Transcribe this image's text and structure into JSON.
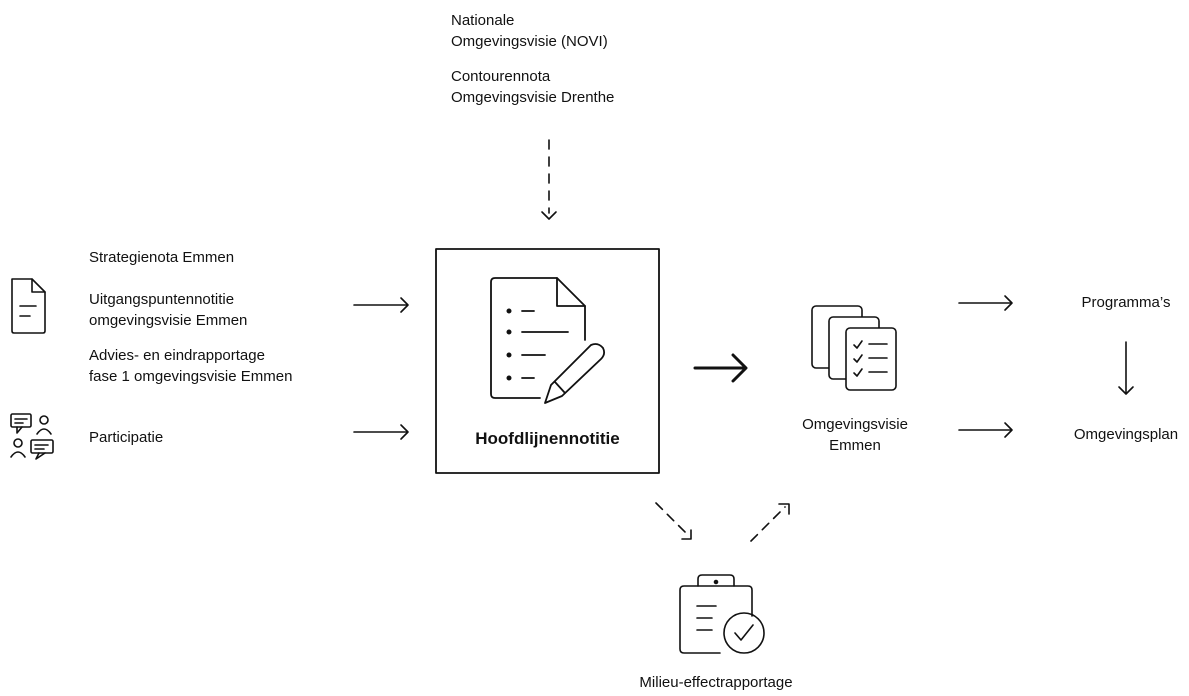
{
  "top_sources": {
    "novi": [
      "Nationale",
      "Omgevingsvisie (NOVI)"
    ],
    "contourennota": [
      "Contourennota",
      "Omgevingsvisie Drenthe"
    ]
  },
  "left_documents": {
    "strategienota": "Strategienota Emmen",
    "uitgangspunten": [
      "Uitgangspuntennotitie",
      "omgevingsvisie Emmen"
    ],
    "advies": [
      "Advies- en eindrapportage",
      "fase 1 omgevingsvisie Emmen"
    ]
  },
  "participatie": "Participatie",
  "center": {
    "title": "Hoofdlijnennotitie"
  },
  "omgevingsvisie": [
    "Omgevingsvisie",
    "Emmen"
  ],
  "outputs": {
    "programmas": "Programma’s",
    "omgevingsplan": "Omgevingsplan"
  },
  "milieu": "Milieu-effectrapportage",
  "colors": {
    "stroke": "#111111",
    "background": "#ffffff"
  },
  "icons": [
    "document-icon",
    "participation-icon",
    "notes-pen-icon",
    "document-stack-icon",
    "clipboard-check-icon"
  ]
}
